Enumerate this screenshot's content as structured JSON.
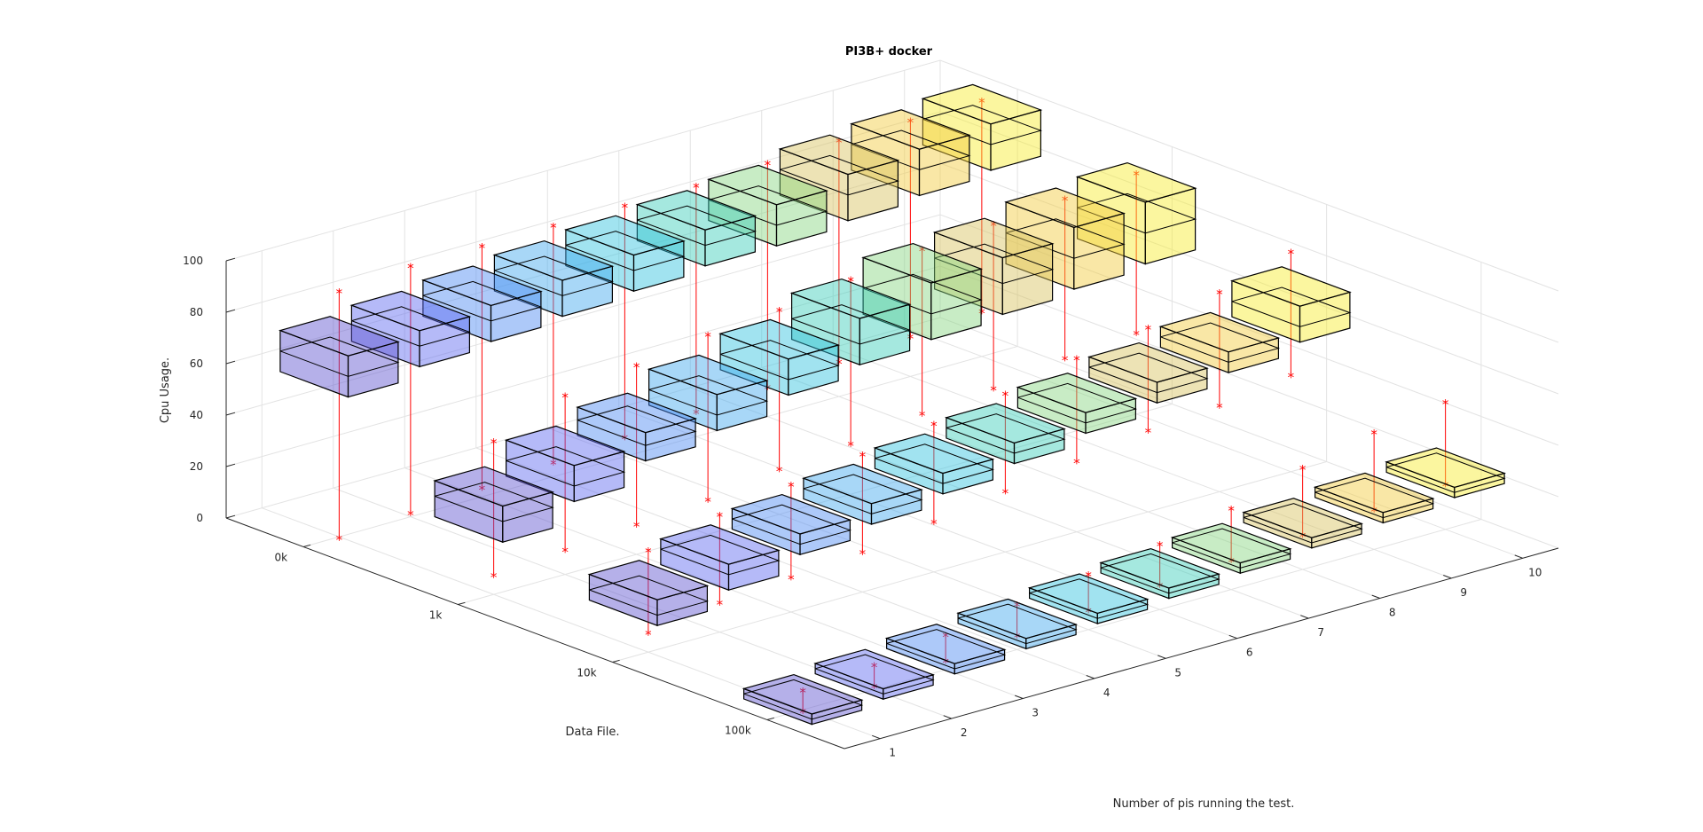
{
  "chart_data": {
    "type": "3d-boxplot",
    "title": "PI3B+ docker",
    "xlabel": "Number of pis running the test.",
    "ylabel": "Data File.",
    "zlabel": "Cpu Usage.",
    "x_ticks": [
      "1",
      "2",
      "3",
      "4",
      "5",
      "6",
      "7",
      "8",
      "9",
      "10"
    ],
    "y_ticks": [
      "0k",
      "1k",
      "10k",
      "100k"
    ],
    "z_ticks": [
      "0",
      "20",
      "40",
      "60",
      "80",
      "100"
    ],
    "zlim": [
      0,
      100
    ],
    "grid": true,
    "colormap": "parula (blue to yellow by number of pis)",
    "outlier_color": "#ff0000",
    "series": [
      {
        "data_file": "100k",
        "boxes": [
          {
            "pis": 1,
            "q1": 2,
            "median": 4,
            "q3": 6,
            "min": 0,
            "max": 8
          },
          {
            "pis": 2,
            "q1": 4,
            "median": 6,
            "q3": 8,
            "min": 2,
            "max": 10
          },
          {
            "pis": 3,
            "q1": 6,
            "median": 8,
            "q3": 10,
            "min": 4,
            "max": 14
          },
          {
            "pis": 4,
            "q1": 8,
            "median": 10,
            "q3": 12,
            "min": 6,
            "max": 18
          },
          {
            "pis": 5,
            "q1": 10,
            "median": 12,
            "q3": 14,
            "min": 8,
            "max": 22
          },
          {
            "pis": 6,
            "q1": 12,
            "median": 14,
            "q3": 16,
            "min": 10,
            "max": 26
          },
          {
            "pis": 7,
            "q1": 14,
            "median": 16,
            "q3": 18,
            "min": 12,
            "max": 32
          },
          {
            "pis": 8,
            "q1": 16,
            "median": 18,
            "q3": 20,
            "min": 14,
            "max": 40
          },
          {
            "pis": 9,
            "q1": 18,
            "median": 20,
            "q3": 22,
            "min": 16,
            "max": 46
          },
          {
            "pis": 10,
            "q1": 20,
            "median": 22,
            "q3": 24,
            "min": 18,
            "max": 50
          }
        ]
      },
      {
        "data_file": "10k",
        "boxes": [
          {
            "pis": 1,
            "q1": 18,
            "median": 22,
            "q3": 28,
            "min": 8,
            "max": 40
          },
          {
            "pis": 2,
            "q1": 24,
            "median": 30,
            "q3": 34,
            "min": 12,
            "max": 46
          },
          {
            "pis": 3,
            "q1": 30,
            "median": 34,
            "q3": 38,
            "min": 14,
            "max": 50
          },
          {
            "pis": 4,
            "q1": 34,
            "median": 38,
            "q3": 42,
            "min": 16,
            "max": 54
          },
          {
            "pis": 5,
            "q1": 38,
            "median": 42,
            "q3": 46,
            "min": 20,
            "max": 58
          },
          {
            "pis": 6,
            "q1": 42,
            "median": 46,
            "q3": 50,
            "min": 24,
            "max": 62
          },
          {
            "pis": 7,
            "q1": 46,
            "median": 50,
            "q3": 54,
            "min": 28,
            "max": 68
          },
          {
            "pis": 8,
            "q1": 50,
            "median": 54,
            "q3": 58,
            "min": 32,
            "max": 72
          },
          {
            "pis": 9,
            "q1": 54,
            "median": 58,
            "q3": 62,
            "min": 34,
            "max": 78
          },
          {
            "pis": 10,
            "q1": 58,
            "median": 64,
            "q3": 72,
            "min": 38,
            "max": 86
          }
        ]
      },
      {
        "data_file": "1k",
        "boxes": [
          {
            "pis": 1,
            "q1": 28,
            "median": 36,
            "q3": 42,
            "min": 8,
            "max": 60
          },
          {
            "pis": 2,
            "q1": 36,
            "median": 42,
            "q3": 50,
            "min": 10,
            "max": 70
          },
          {
            "pis": 3,
            "q1": 44,
            "median": 50,
            "q3": 55,
            "min": 12,
            "max": 74
          },
          {
            "pis": 4,
            "q1": 48,
            "median": 54,
            "q3": 62,
            "min": 14,
            "max": 78
          },
          {
            "pis": 5,
            "q1": 54,
            "median": 60,
            "q3": 68,
            "min": 18,
            "max": 80
          },
          {
            "pis": 6,
            "q1": 58,
            "median": 66,
            "q3": 76,
            "min": 20,
            "max": 84
          },
          {
            "pis": 7,
            "q1": 60,
            "median": 70,
            "q3": 82,
            "min": 24,
            "max": 88
          },
          {
            "pis": 8,
            "q1": 62,
            "median": 74,
            "q3": 84,
            "min": 26,
            "max": 90
          },
          {
            "pis": 9,
            "q1": 64,
            "median": 76,
            "q3": 88,
            "min": 30,
            "max": 92
          },
          {
            "pis": 10,
            "q1": 66,
            "median": 78,
            "q3": 90,
            "min": 32,
            "max": 94
          }
        ]
      },
      {
        "data_file": "0k",
        "boxes": [
          {
            "pis": 1,
            "q1": 62,
            "median": 70,
            "q3": 78,
            "min": 0,
            "max": 96
          },
          {
            "pis": 2,
            "q1": 66,
            "median": 74,
            "q3": 80,
            "min": 2,
            "max": 98
          },
          {
            "pis": 3,
            "q1": 68,
            "median": 76,
            "q3": 82,
            "min": 4,
            "max": 98
          },
          {
            "pis": 4,
            "q1": 70,
            "median": 78,
            "q3": 84,
            "min": 6,
            "max": 98
          },
          {
            "pis": 5,
            "q1": 72,
            "median": 80,
            "q3": 86,
            "min": 8,
            "max": 98
          },
          {
            "pis": 6,
            "q1": 74,
            "median": 82,
            "q3": 88,
            "min": 10,
            "max": 98
          },
          {
            "pis": 7,
            "q1": 74,
            "median": 82,
            "q3": 90,
            "min": 12,
            "max": 99
          },
          {
            "pis": 8,
            "q1": 76,
            "median": 86,
            "q3": 94,
            "min": 14,
            "max": 100
          },
          {
            "pis": 9,
            "q1": 78,
            "median": 88,
            "q3": 96,
            "min": 16,
            "max": 100
          },
          {
            "pis": 10,
            "q1": 80,
            "median": 90,
            "q3": 98,
            "min": 18,
            "max": 100
          }
        ]
      }
    ]
  }
}
